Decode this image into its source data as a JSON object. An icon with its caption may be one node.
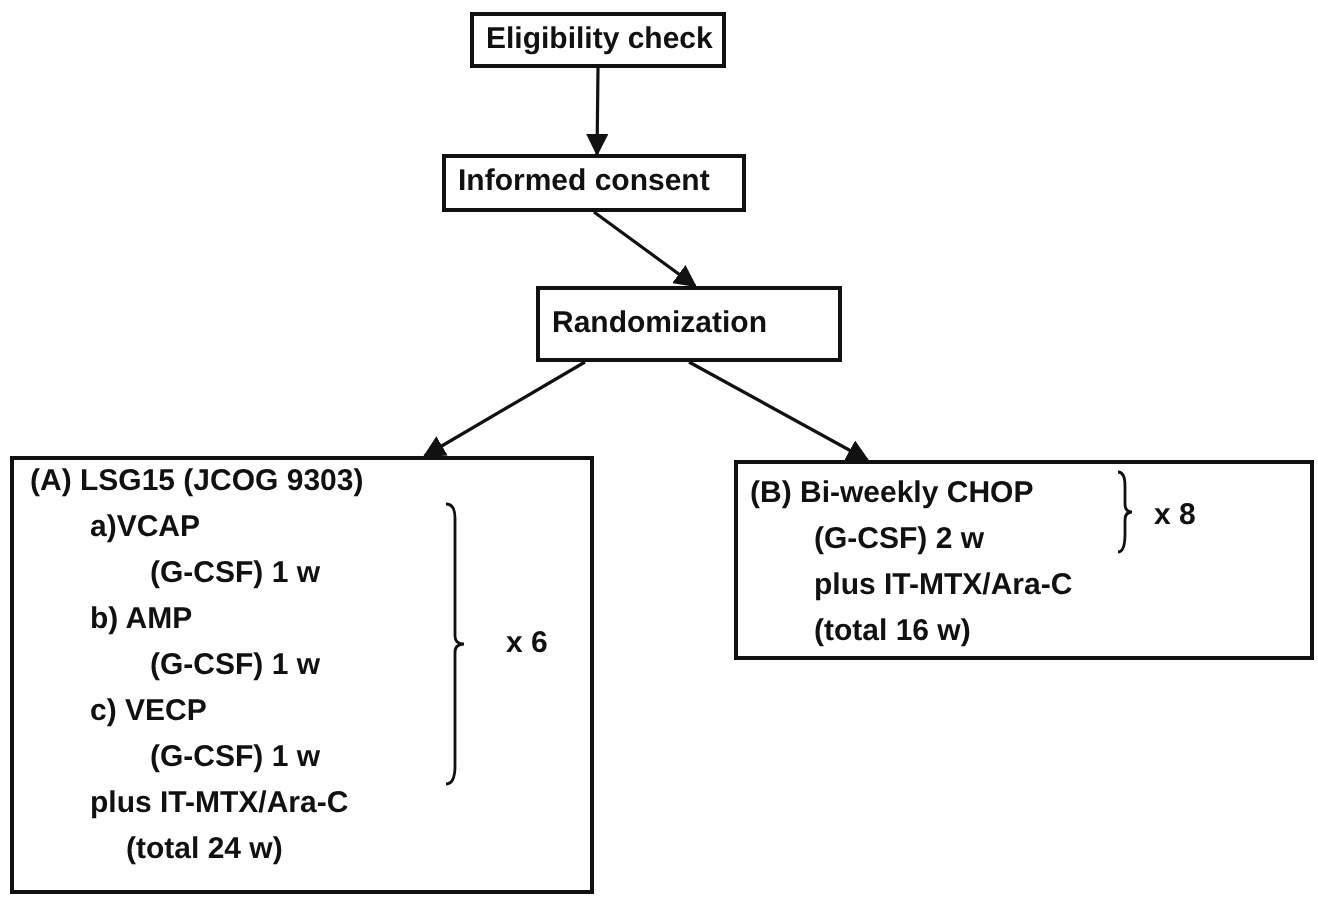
{
  "diagram": {
    "nodes": [
      {
        "text": [
          "Eligibility check"
        ]
      },
      {
        "text": [
          "Informed consent"
        ]
      },
      {
        "text": [
          "Randomization"
        ]
      },
      {
        "text": [
          "(A) LSG15 (JCOG 9303)",
          "a)VCAP",
          "(G-CSF) 1 w",
          "b) AMP",
          "(G-CSF) 1 w",
          "c) VECP",
          "(G-CSF) 1 w",
          "x 6",
          "plus IT-MTX/Ara-C",
          "(total 24 w)"
        ]
      },
      {
        "text": [
          "(B) Bi-weekly CHOP",
          "(G-CSF) 2 w",
          "x 8",
          "plus IT-MTX/Ara-C",
          "(total 16 w)"
        ]
      }
    ],
    "edges": [
      {
        "from": 0,
        "to": 1,
        "arrow": "to"
      },
      {
        "from": 1,
        "to": 2,
        "arrow": "to"
      },
      {
        "from": 2,
        "to": 3,
        "arrow": "to"
      },
      {
        "from": 2,
        "to": 4,
        "arrow": "to"
      }
    ]
  }
}
